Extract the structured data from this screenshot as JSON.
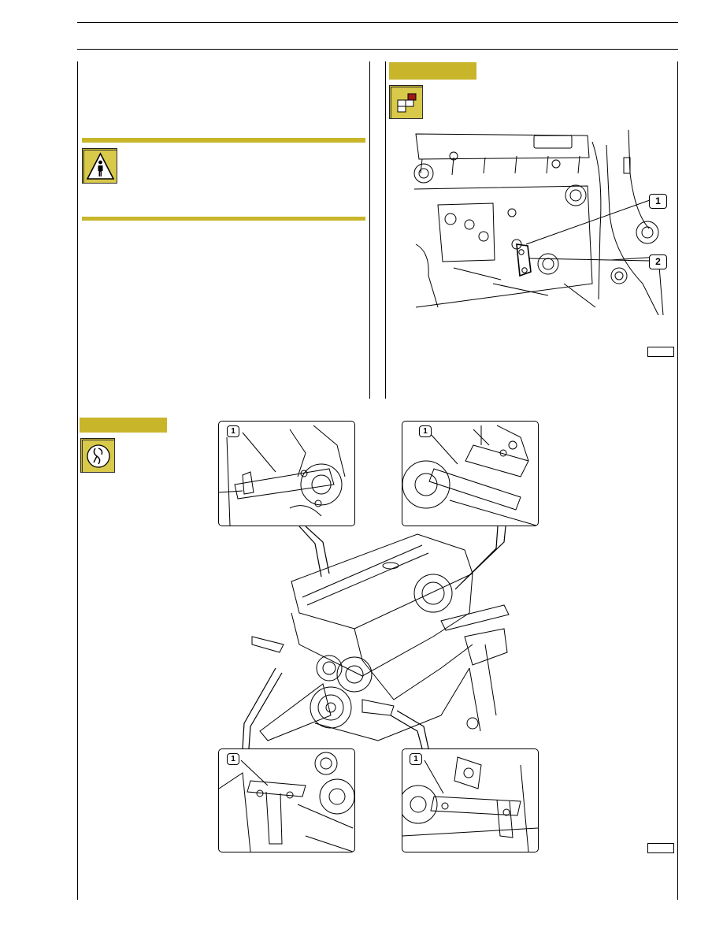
{
  "figure_top": {
    "callouts": [
      "1",
      "2"
    ]
  },
  "figure_bottom": {
    "detail_callouts": [
      "1",
      "1",
      "1",
      "1"
    ]
  },
  "icons": {
    "warning": "person-warning-icon",
    "section_top": "assembly-diagram-icon",
    "section_bottom": "tool-icon"
  },
  "colors": {
    "accent": "#c8b52a"
  }
}
